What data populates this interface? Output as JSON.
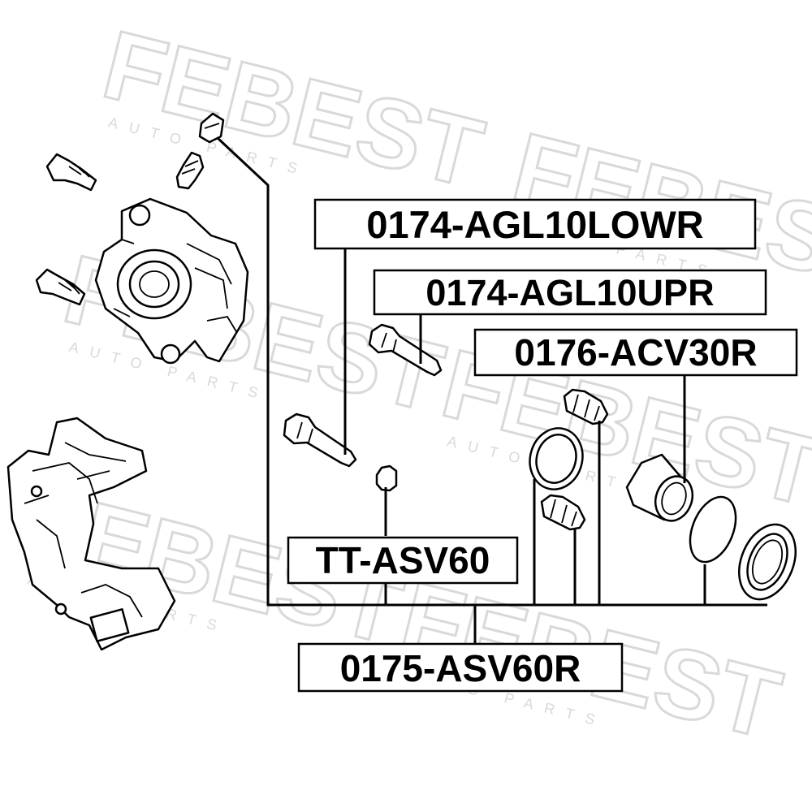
{
  "watermark": {
    "brand": "FEBEST",
    "tagline": "AUTO PARTS"
  },
  "labels": {
    "lower_pin": "0174-AGL10LOWR",
    "upper_pin": "0174-AGL10UPR",
    "piston": "0176-ACV30R",
    "bleeder": "TT-ASV60",
    "repair_kit": "0175-ASV60R"
  },
  "colors": {
    "line": "#000000",
    "watermark": "#d9d9d9",
    "background": "#ffffff"
  }
}
